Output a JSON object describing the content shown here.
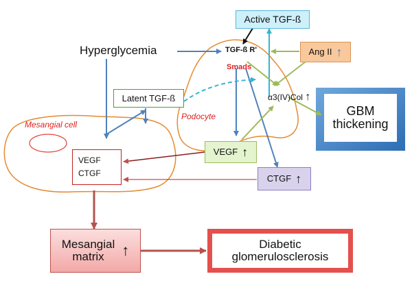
{
  "nodes": {
    "hyperglycemia": "Hyperglycemia",
    "active_tgf": "Active TGF-ß",
    "tgf_receptor": "TGF-ß R'",
    "smads": "Smads",
    "ang2": "Ang II",
    "latent_tgf": "Latent TGF-ß",
    "podocyte": "Podocyte",
    "collagen": "α3(IV)Col",
    "gbm_line1": "GBM",
    "gbm_line2": "thickening",
    "mesangial_cell": "Mesangial cell",
    "cell_vegf": "VEGF",
    "cell_ctgf": "CTGF",
    "vegf": "VEGF",
    "ctgf": "CTGF",
    "matrix_line1": "Mesangial",
    "matrix_line2": "matrix",
    "diabetic_line1": "Diabetic",
    "diabetic_line2": "glomerulosclerosis"
  },
  "colors": {
    "blue_arrow": "#4f81bd",
    "green_arrow": "#9bbb59",
    "red_arrow": "#c0504d",
    "cyan_arrow": "#31b6d2",
    "outline_orange": "#e58a2e"
  }
}
